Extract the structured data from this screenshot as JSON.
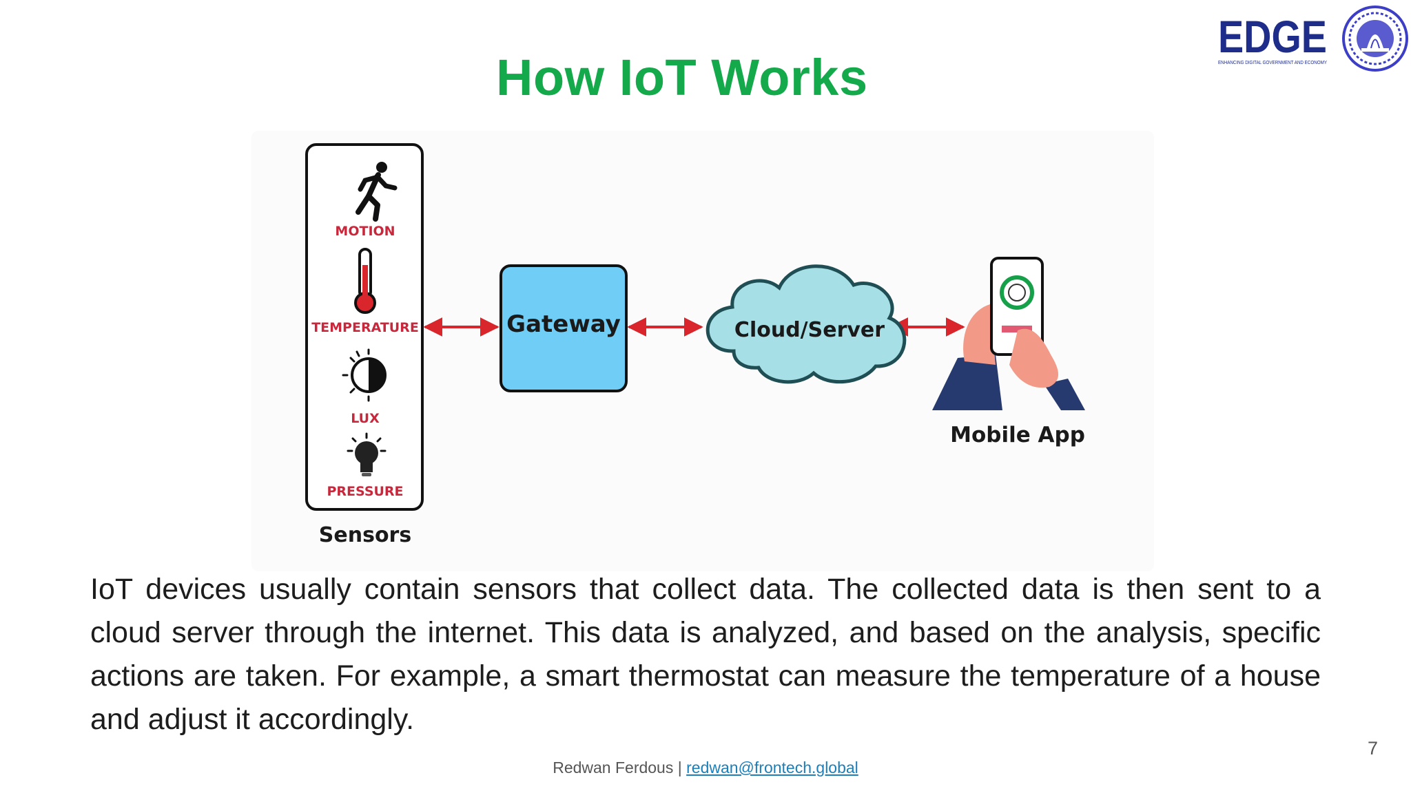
{
  "slide": {
    "title": "How IoT Works",
    "body": "IoT devices usually contain sensors that collect data. The collected data is then sent to a cloud server through the internet. This data is analyzed, and based on the analysis, specific actions are taken. For example, a smart thermostat can measure the temperature of a house and adjust it accordingly.",
    "page_number": "7"
  },
  "logo": {
    "wordmark": "EDGE",
    "tagline": "ENHANCING DIGITAL GOVERNMENT AND ECONOMY",
    "icon": "university-seal-icon",
    "colors": {
      "navy": "#1f2d8a",
      "seal": "#3d3ec6"
    }
  },
  "diagram": {
    "sensors": {
      "caption": "Sensors",
      "items": [
        {
          "label": "MOTION",
          "icon": "running-person-icon"
        },
        {
          "label": "TEMPERATURE",
          "icon": "thermometer-icon"
        },
        {
          "label": "LUX",
          "icon": "brightness-icon"
        },
        {
          "label": "PRESSURE",
          "icon": "lightbulb-icon"
        }
      ]
    },
    "gateway": {
      "label": "Gateway",
      "icon": "gateway-box-icon"
    },
    "cloud": {
      "label": "Cloud/Server",
      "icon": "cloud-icon"
    },
    "mobile": {
      "label": "Mobile App",
      "icon": "phone-in-hand-icon"
    },
    "colors": {
      "sensor_label": "#c9273b",
      "arrow": "#d9252c",
      "gateway_fill": "#6fcdf6",
      "cloud_fill": "#a6dfe5",
      "cloud_stroke": "#1f4f55",
      "title_green": "#14a94a"
    }
  },
  "footer": {
    "author": "Redwan Ferdous",
    "separator": "|",
    "email": "redwan@frontech.global"
  }
}
